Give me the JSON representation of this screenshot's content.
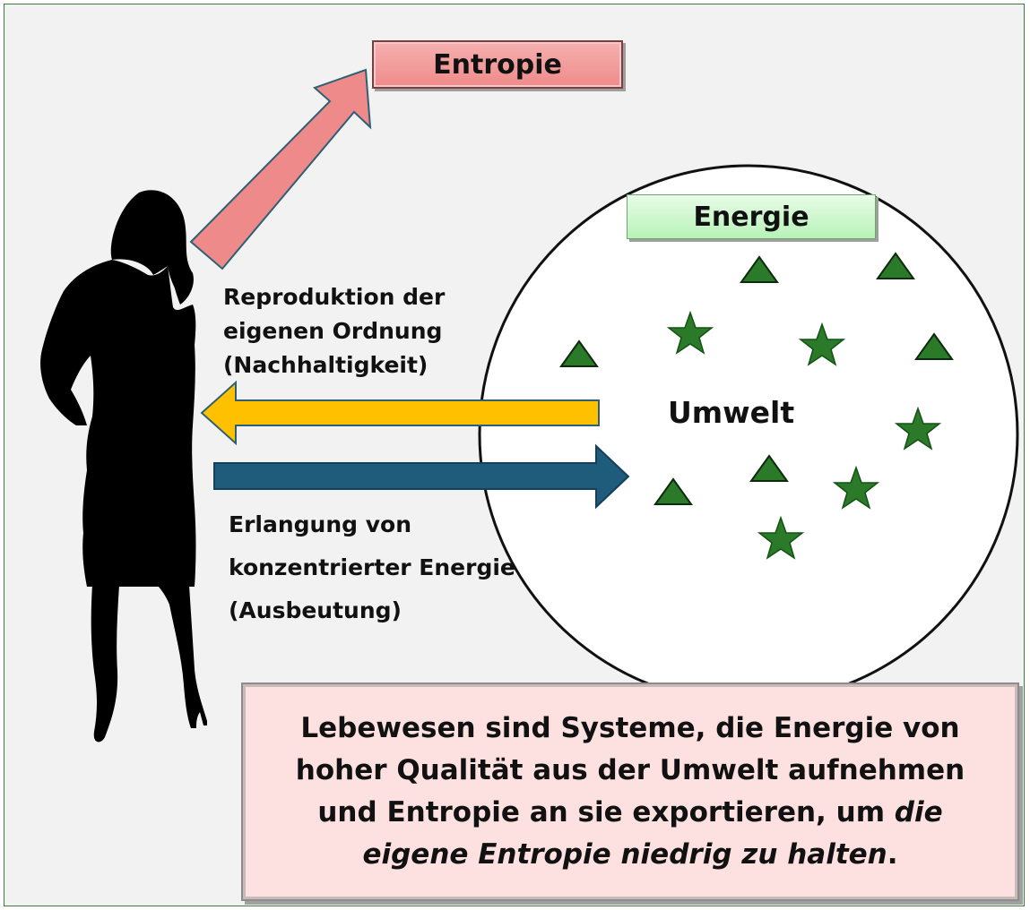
{
  "labels": {
    "entropie": "Entropie",
    "energie": "Energie",
    "umwelt": "Umwelt"
  },
  "reproduction": {
    "line1": "Reproduktion der",
    "line2": "eigenen Ordnung",
    "line3": "(Nachhaltigkeit)"
  },
  "acquisition": {
    "line1": "Erlangung von",
    "line2": "konzentrierter Energie",
    "line3": "(Ausbeutung)"
  },
  "summary": {
    "line1": "Lebewesen sind Systeme, die Energie von",
    "line2": "hoher Qualität aus der Umwelt aufnehmen",
    "line3_plain": "und Entropie an sie exportieren, um ",
    "line3_italic": "die",
    "line4_italic": "eigene Entropie niedrig zu halten",
    "line4_end": "."
  },
  "colors": {
    "entropy_arrow": "#ee8a8a",
    "reproduction_arrow": "#ffc000",
    "acquisition_arrow": "#1f5b7a",
    "particle_green": "#2a7a2a",
    "silhouette": "#000000"
  }
}
